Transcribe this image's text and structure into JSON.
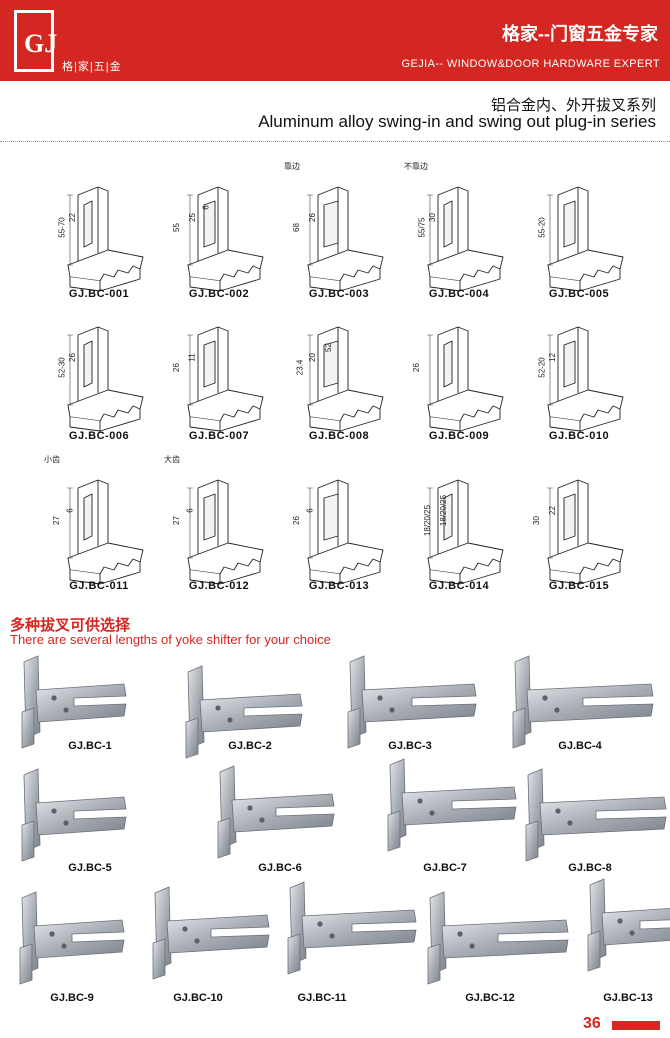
{
  "header": {
    "logo_glyph": "GJ",
    "brand_sub": "格|家|五|金",
    "title_cn": "格家--门窗五金专家",
    "title_en": "GEJIA-- WINDOW&DOOR HARDWARE EXPERT"
  },
  "section1": {
    "title_cn": "铝合金内、外开拔叉系列",
    "title_en": "Aluminum alloy swing-in and swing out plug-in series"
  },
  "drawings": [
    {
      "code": "GJ.BC-001",
      "dims": [
        "55-70",
        "22"
      ],
      "note": ""
    },
    {
      "code": "GJ.BC-002",
      "dims": [
        "55",
        "25",
        "6"
      ],
      "note": ""
    },
    {
      "code": "GJ.BC-003",
      "dims": [
        "68",
        "26"
      ],
      "note": "靠边"
    },
    {
      "code": "GJ.BC-004",
      "dims": [
        "55/75",
        "30"
      ],
      "note": "不靠边"
    },
    {
      "code": "GJ.BC-005",
      "dims": [
        "55-20"
      ],
      "note": ""
    },
    {
      "code": "GJ.BC-006",
      "dims": [
        "52-30",
        "26"
      ],
      "note": ""
    },
    {
      "code": "GJ.BC-007",
      "dims": [
        "26",
        "11"
      ],
      "note": ""
    },
    {
      "code": "GJ.BC-008",
      "dims": [
        "23.4",
        "20",
        "52"
      ],
      "note": ""
    },
    {
      "code": "GJ.BC-009",
      "dims": [
        "26"
      ],
      "note": ""
    },
    {
      "code": "GJ.BC-010",
      "dims": [
        "52-20",
        "12"
      ],
      "note": ""
    },
    {
      "code": "GJ.BC-011",
      "dims": [
        "27",
        "6"
      ],
      "note": "小齿"
    },
    {
      "code": "GJ.BC-012",
      "dims": [
        "27",
        "6"
      ],
      "note": "大齿"
    },
    {
      "code": "GJ.BC-013",
      "dims": [
        "26",
        "6"
      ],
      "note": ""
    },
    {
      "code": "GJ.BC-014",
      "dims": [
        "18/20/25",
        "18/20/25"
      ],
      "note": ""
    },
    {
      "code": "GJ.BC-015",
      "dims": [
        "30",
        "22"
      ],
      "note": ""
    }
  ],
  "section2": {
    "title_cn": "多种拔叉可供选择",
    "title_en": "There are several lengths of yoke shifter for your choice"
  },
  "photos": [
    {
      "code": "GJ.BC-1"
    },
    {
      "code": "GJ.BC-2"
    },
    {
      "code": "GJ.BC-3"
    },
    {
      "code": "GJ.BC-4"
    },
    {
      "code": "GJ.BC-5"
    },
    {
      "code": "GJ.BC-6"
    },
    {
      "code": "GJ.BC-7"
    },
    {
      "code": "GJ.BC-8"
    },
    {
      "code": "GJ.BC-9"
    },
    {
      "code": "GJ.BC-10"
    },
    {
      "code": "GJ.BC-11"
    },
    {
      "code": "GJ.BC-12"
    },
    {
      "code": "GJ.BC-13"
    }
  ],
  "page_number": "36",
  "colors": {
    "brand_red": "#d42722",
    "metal": "#b8bcc2"
  }
}
